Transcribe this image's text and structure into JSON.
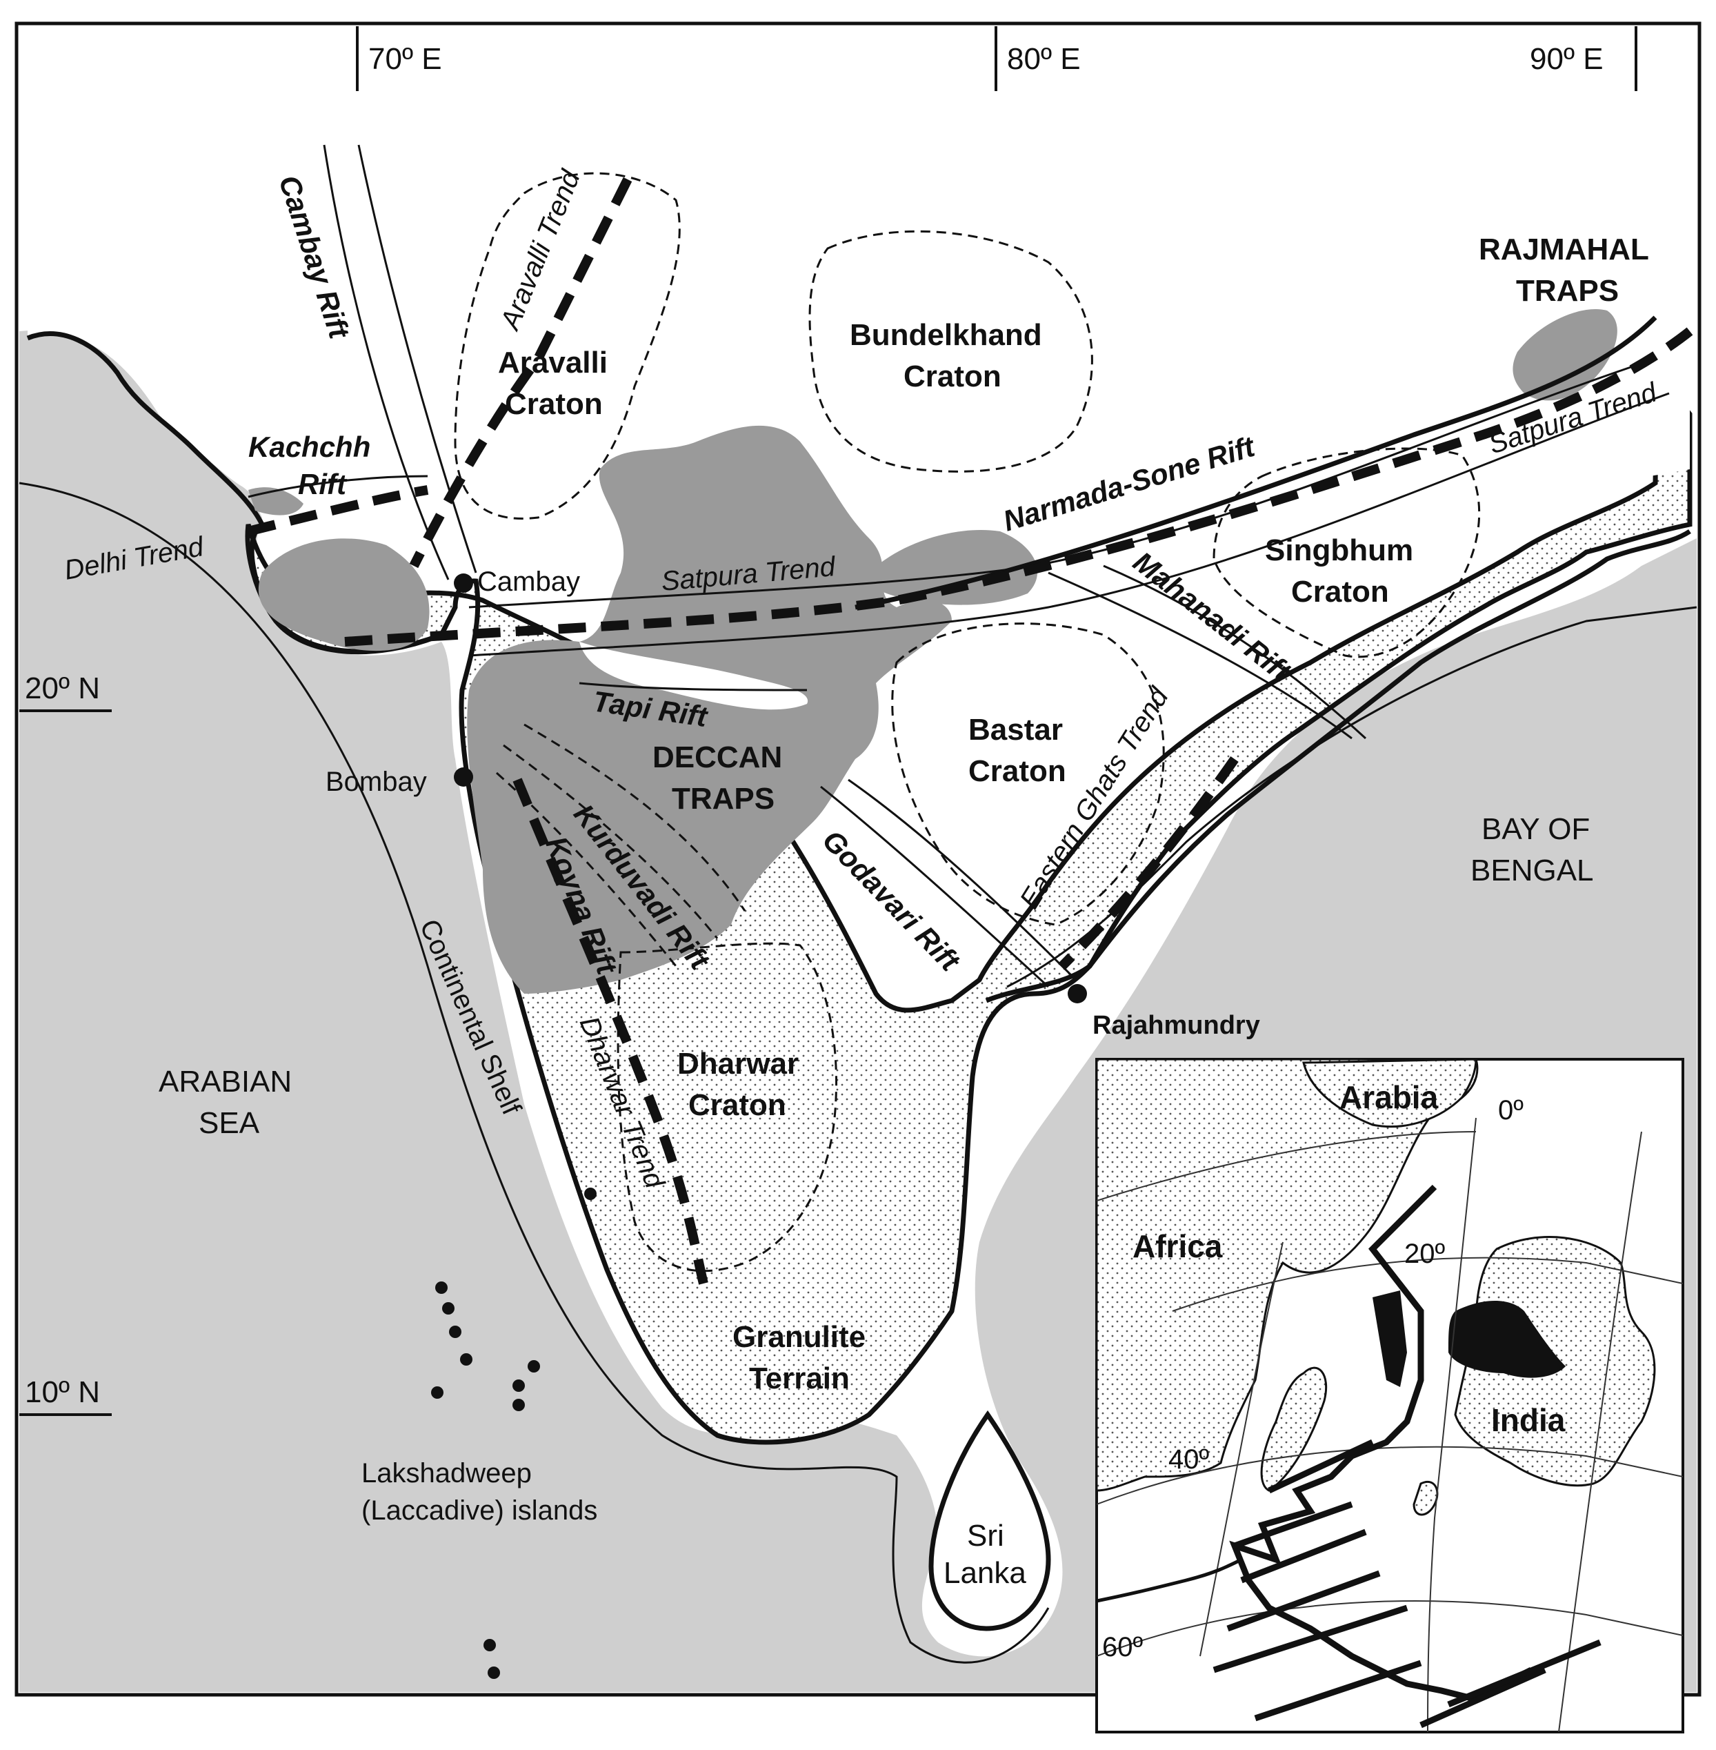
{
  "axes": {
    "longitudes": [
      "70º E",
      "80º E",
      "90º E"
    ],
    "latitudes": [
      "20º N",
      "10º N"
    ]
  },
  "regions": {
    "aravalli_craton": [
      "Aravalli",
      "Craton"
    ],
    "bundelkhand_craton": [
      "Bundelkhand",
      "Craton"
    ],
    "singbhum_craton": [
      "Singbhum",
      "Craton"
    ],
    "bastar_craton": [
      "Bastar",
      "Craton"
    ],
    "dharwar_craton": [
      "Dharwar",
      "Craton"
    ],
    "granulite_terrain": [
      "Granulite",
      "Terrain"
    ],
    "deccan_traps": [
      "DECCAN",
      "TRAPS"
    ],
    "rajmahal_traps": [
      "RAJMAHAL",
      "TRAPS"
    ]
  },
  "rifts": {
    "cambay": "Cambay Rift",
    "kachchh": [
      "Kachchh",
      "Rift"
    ],
    "narmada_sone": "Narmada-Sone Rift",
    "mahanadi": "Mahanadi Rift",
    "tapi": "Tapi Rift",
    "kurduvadi": "Kurduvadi Rift",
    "koyna": "Koyna Rift",
    "godavari": "Godavari Rift"
  },
  "trends": {
    "aravalli": "Aravalli Trend",
    "delhi": "Delhi Trend",
    "satpura_west": "Satpura Trend",
    "satpura_east": "Satpura Trend",
    "eastern_ghats": "Eastern Ghats Trend",
    "dharwar": "Dharwar Trend"
  },
  "places": {
    "cambay": "Cambay",
    "bombay": "Bombay",
    "rajahmundry": "Rajahmundry",
    "lakshadweep": [
      "Lakshadweep",
      "(Laccadive) islands"
    ],
    "sri_lanka": [
      "Sri",
      "Lanka"
    ]
  },
  "water": {
    "arabian_sea": [
      "ARABIAN",
      "SEA"
    ],
    "bay_of_bengal": [
      "BAY OF",
      "BENGAL"
    ],
    "continental_shelf": "Continental Shelf"
  },
  "inset": {
    "arabia": "Arabia",
    "africa": "Africa",
    "india": "India",
    "lat_0": "0º",
    "lat_20": "20º",
    "lat_40": "40º",
    "lat_60": "60º"
  },
  "colors": {
    "sea": "#cfcfcf",
    "traps": "#9a9a9a",
    "land": "#ffffff",
    "ink": "#111111"
  }
}
